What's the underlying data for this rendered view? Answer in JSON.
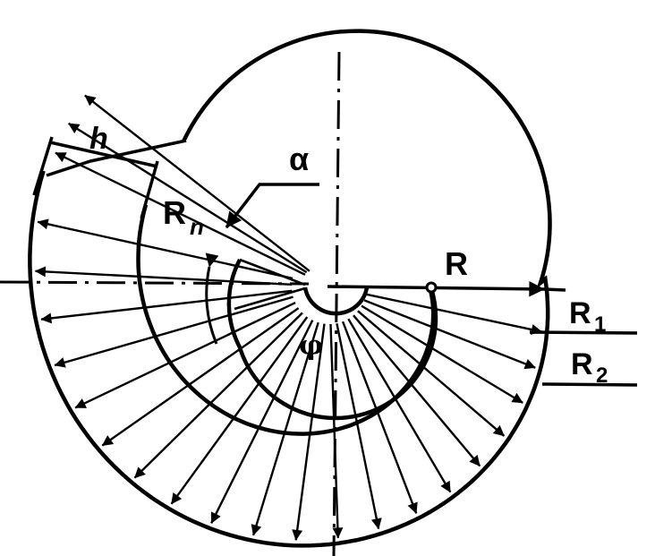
{
  "labels": {
    "alpha": "α",
    "h": "h",
    "rn_main": "R",
    "rn_sub": "n",
    "r": "R",
    "r1_main": "R",
    "r1_sub": "1",
    "r2_main": "R",
    "r2_sub": "2",
    "phi": "φ"
  },
  "colors": {
    "ink": "#000000",
    "paper": "#ffffff"
  }
}
